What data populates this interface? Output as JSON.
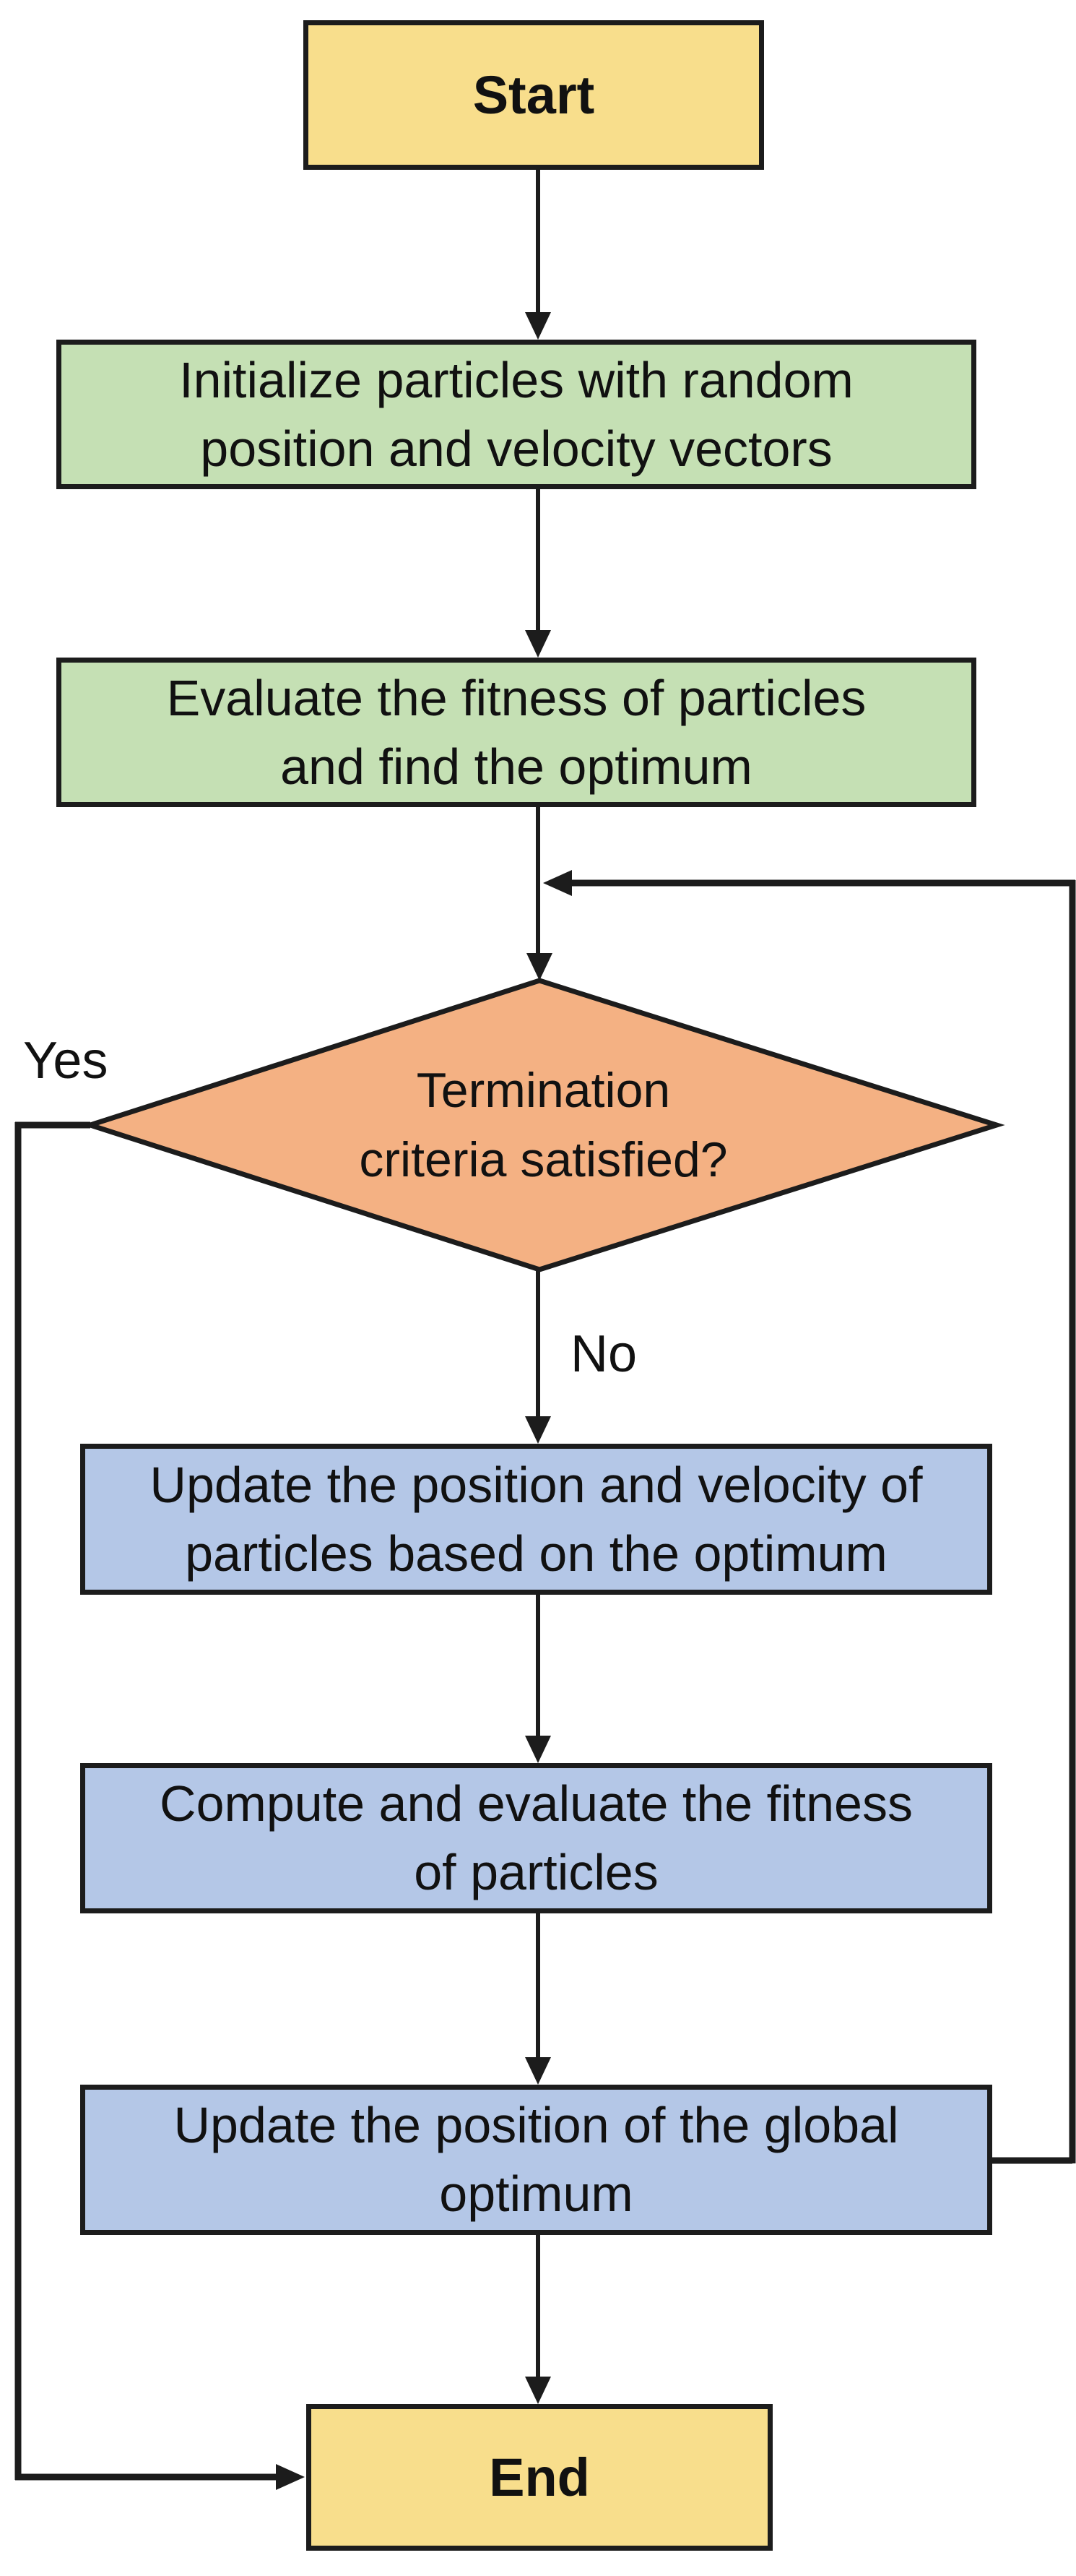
{
  "diagram": {
    "kind": "flowchart",
    "subject": "Particle swarm optimization loop"
  },
  "colors": {
    "terminal_fill": "#F8DE8C",
    "process_fill_green": "#C5E0B4",
    "process_fill_blue": "#B4C7E7",
    "decision_fill": "#F4B183",
    "line_color": "#1c1c1c"
  },
  "nodes": {
    "start": {
      "label": "Start",
      "shape": "rectangle",
      "fill": "#F8DE8C"
    },
    "init": {
      "shape": "rectangle",
      "fill": "#C5E0B4",
      "lines": [
        "Initialize particles with random",
        "position and velocity vectors"
      ]
    },
    "evaluate": {
      "shape": "rectangle",
      "fill": "#C5E0B4",
      "lines": [
        "Evaluate the fitness of particles",
        "and find the optimum"
      ]
    },
    "decision": {
      "shape": "diamond",
      "fill": "#F4B183",
      "lines": [
        "Termination",
        "criteria satisfied?"
      ]
    },
    "update_position_velocity": {
      "shape": "rectangle",
      "fill": "#B4C7E7",
      "lines": [
        "Update the position and velocity of",
        "particles based on the optimum"
      ]
    },
    "compute_fitness": {
      "shape": "rectangle",
      "fill": "#B4C7E7",
      "lines": [
        "Compute and evaluate the fitness",
        "of particles"
      ]
    },
    "update_global_optimum": {
      "shape": "rectangle",
      "fill": "#B4C7E7",
      "lines": [
        "Update the position of the global",
        "optimum"
      ]
    },
    "end": {
      "label": "End",
      "shape": "rectangle",
      "fill": "#F8DE8C"
    }
  },
  "edge_labels": {
    "yes": "Yes",
    "no": "No"
  }
}
